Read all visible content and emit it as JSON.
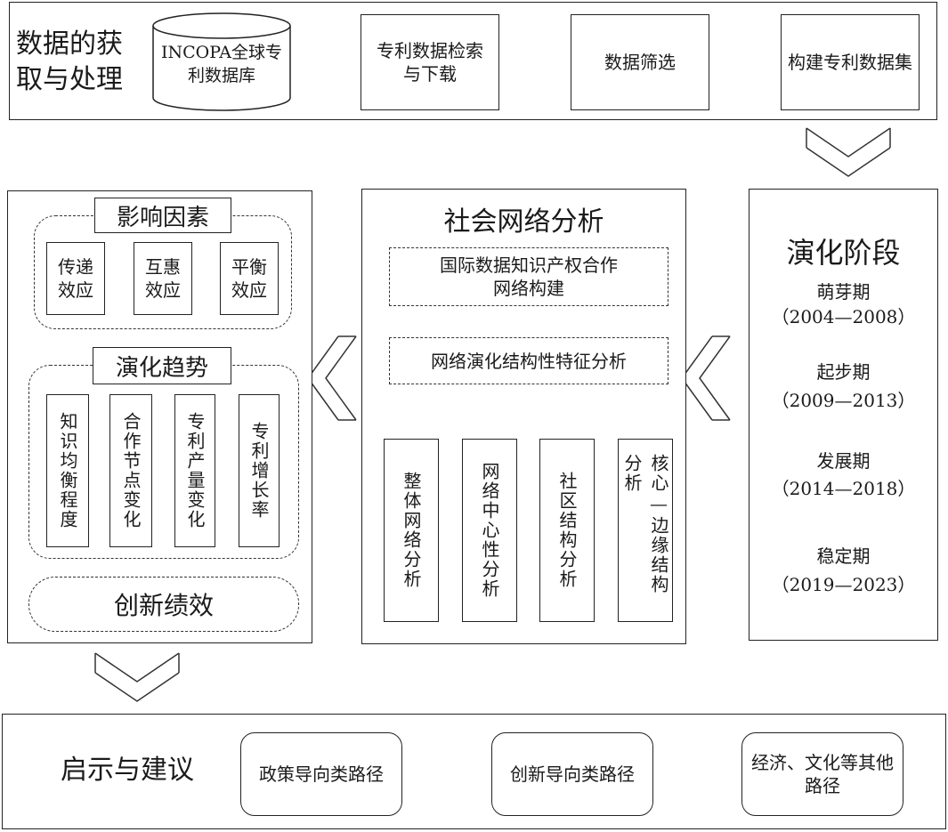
{
  "acquisition": {
    "label": "数据的获取与处理",
    "database_label": "INCOPA全球专利数据库",
    "step_retrieve": "专利数据检索与下载",
    "step_filter": "数据筛选",
    "step_build": "构建专利数据集"
  },
  "left_panel": {
    "influence_title": "影响因素",
    "influence_items": [
      "传递效应",
      "互惠效应",
      "平衡效应"
    ],
    "trend_title": "演化趋势",
    "trend_items": [
      "知识均衡程度",
      "合作节点变化",
      "专利产量变化",
      "专利增长率"
    ],
    "performance_label": "创新绩效"
  },
  "center_panel": {
    "title": "社会网络分析",
    "build_step": "国际数据知识产权合作网络构建",
    "analysis_step": "网络演化结构性特征分析",
    "sub_analyses": [
      "整体网络分析",
      "网络中心性分析",
      "社区结构分析"
    ],
    "core_edge_a": "分析",
    "core_edge_b": "核心—边缘结构"
  },
  "right_panel": {
    "title": "演化阶段",
    "stages": [
      {
        "name": "萌芽期",
        "range": "（2004—2008）"
      },
      {
        "name": "起步期",
        "range": "（2009—2013）"
      },
      {
        "name": "发展期",
        "range": "（2014—2018）"
      },
      {
        "name": "稳定期",
        "range": "（2019—2023）"
      }
    ]
  },
  "bottom_panel": {
    "label": "启示与建议",
    "paths": [
      "政策导向类路径",
      "创新导向类路径",
      "经济、文化等其他路径"
    ]
  }
}
